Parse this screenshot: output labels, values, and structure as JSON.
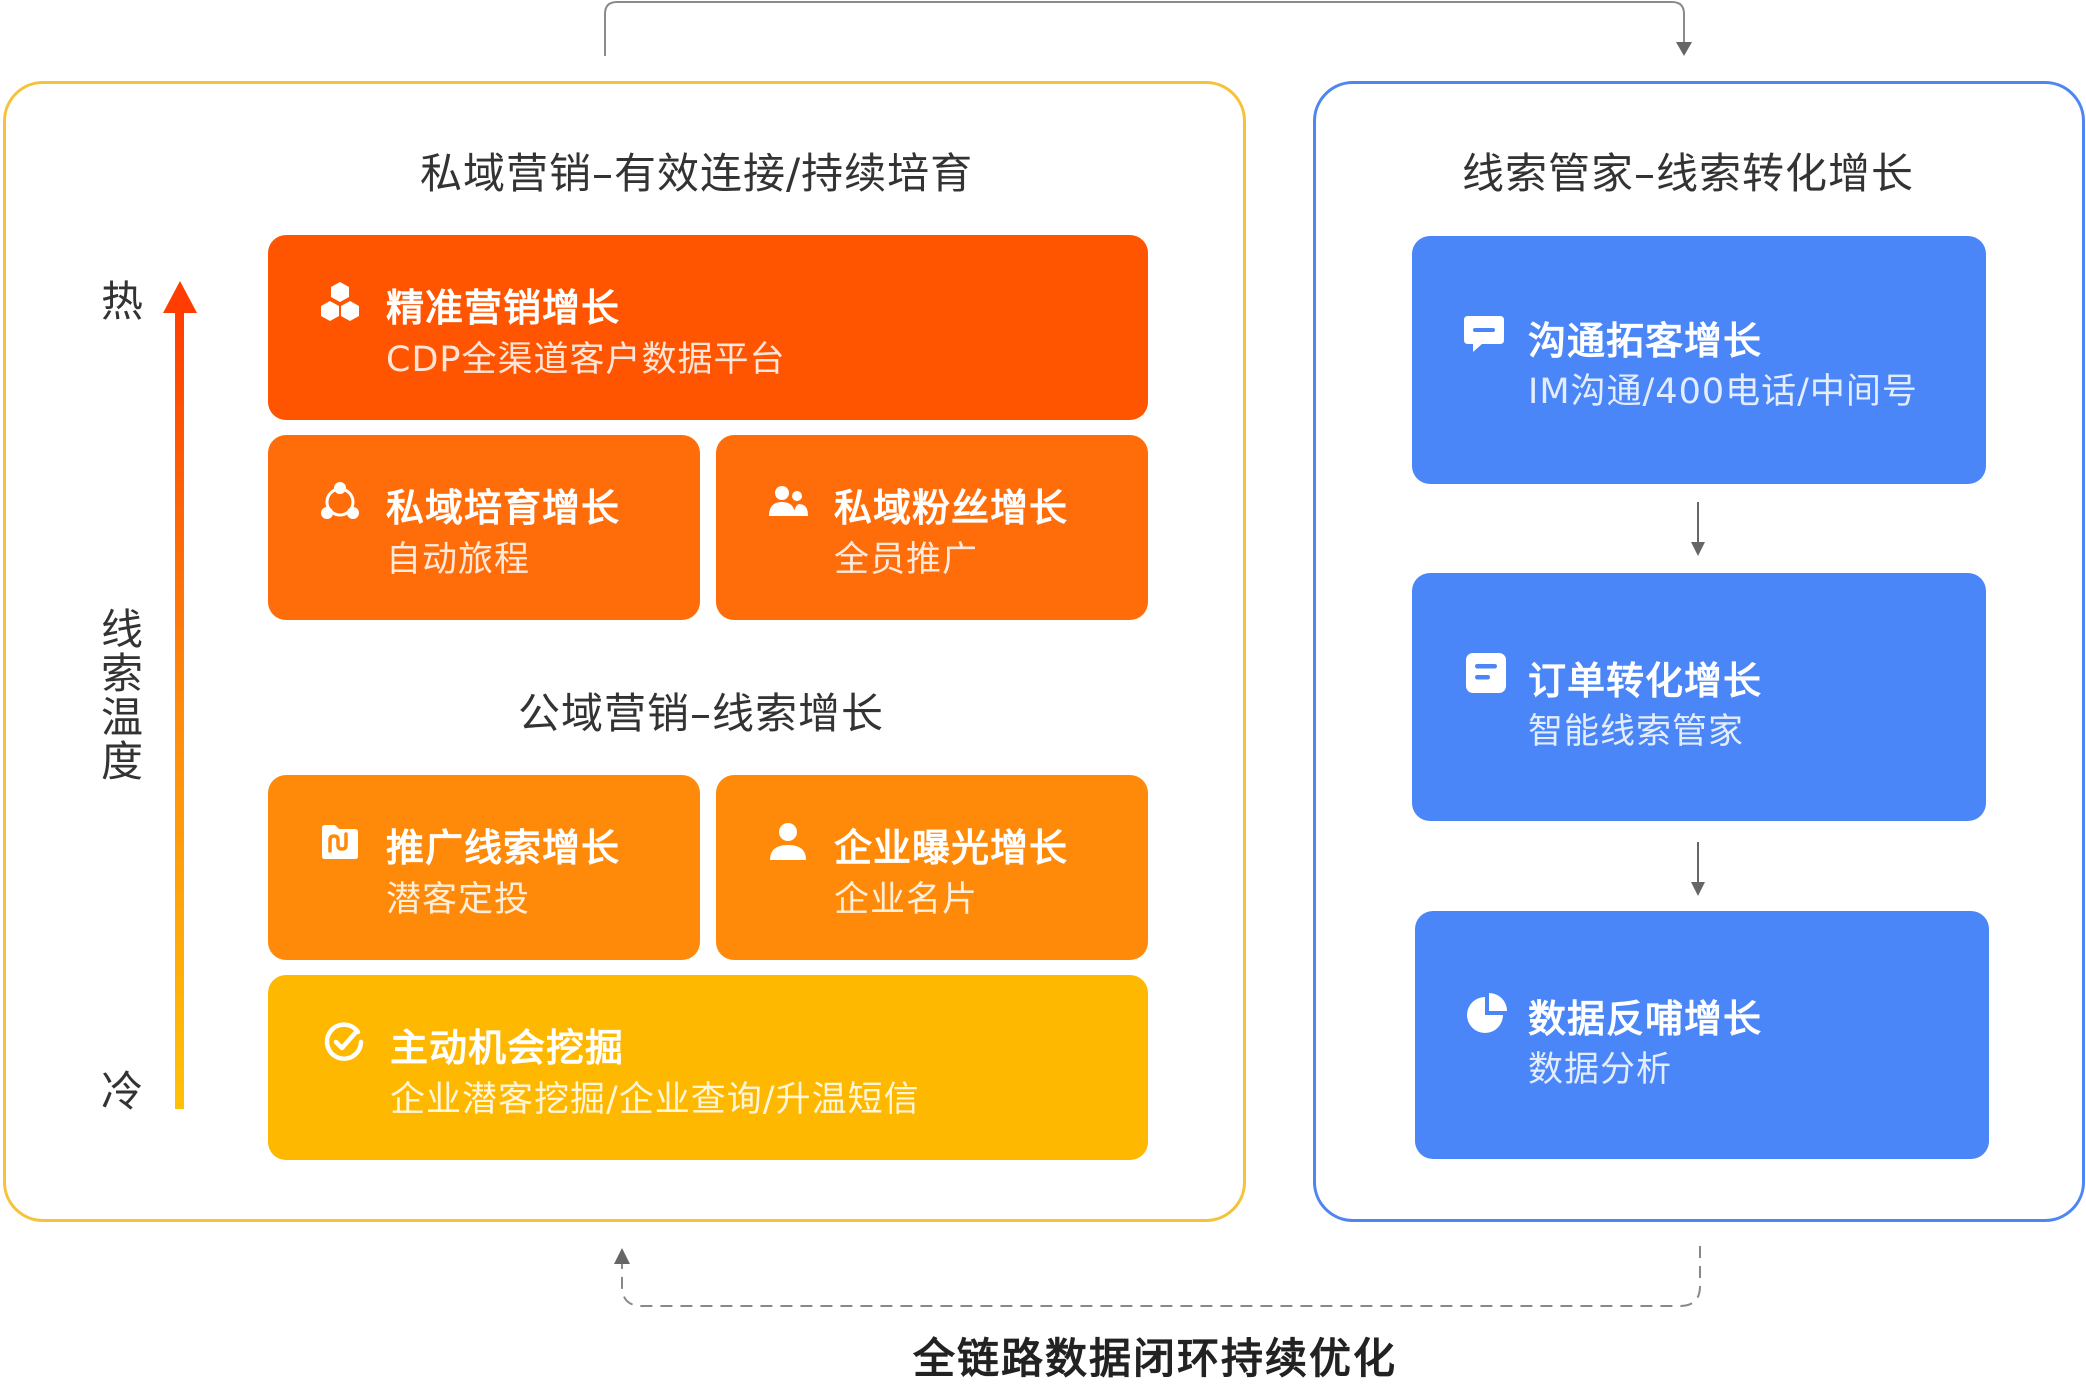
{
  "left_panel": {
    "title": "私域营销–有效连接/持续培育",
    "section_title": "公域营销–线索增长",
    "temperature": {
      "hot": "热",
      "label": [
        "线",
        "索",
        "温",
        "度"
      ],
      "cold": "冷"
    },
    "cards": [
      {
        "title": "精准营销增长",
        "subtitle": "CDP全渠道客户数据平台",
        "icon": "cubes-icon"
      },
      {
        "title": "私域培育增长",
        "subtitle": "自动旅程",
        "icon": "network-icon"
      },
      {
        "title": "私域粉丝增长",
        "subtitle": "全员推广",
        "icon": "users-icon"
      },
      {
        "title": "推广线索增长",
        "subtitle": "潜客定投",
        "icon": "folder-icon"
      },
      {
        "title": "企业曝光增长",
        "subtitle": "企业名片",
        "icon": "user-icon"
      },
      {
        "title": "主动机会挖掘",
        "subtitle": "企业潜客挖掘/企业查询/升温短信",
        "icon": "target-icon"
      }
    ]
  },
  "right_panel": {
    "title": "线索管家–线索转化增长",
    "cards": [
      {
        "title": "沟通拓客增长",
        "subtitle": "IM沟通/400电话/中间号",
        "icon": "chat-icon"
      },
      {
        "title": "订单转化增长",
        "subtitle": "智能线索管家",
        "icon": "document-icon"
      },
      {
        "title": "数据反哺增长",
        "subtitle": "数据分析",
        "icon": "pie-chart-icon"
      }
    ]
  },
  "footer": "全链路数据闭环持续优化",
  "colors": {
    "left_border": "#f7c23b",
    "right_border": "#4d86f3",
    "card_red": "#ff5500",
    "card_orange": "#ff6d0b",
    "card_orange_light": "#ff8a09",
    "card_yellow": "#ffb800",
    "card_blue": "#4a86f7"
  }
}
